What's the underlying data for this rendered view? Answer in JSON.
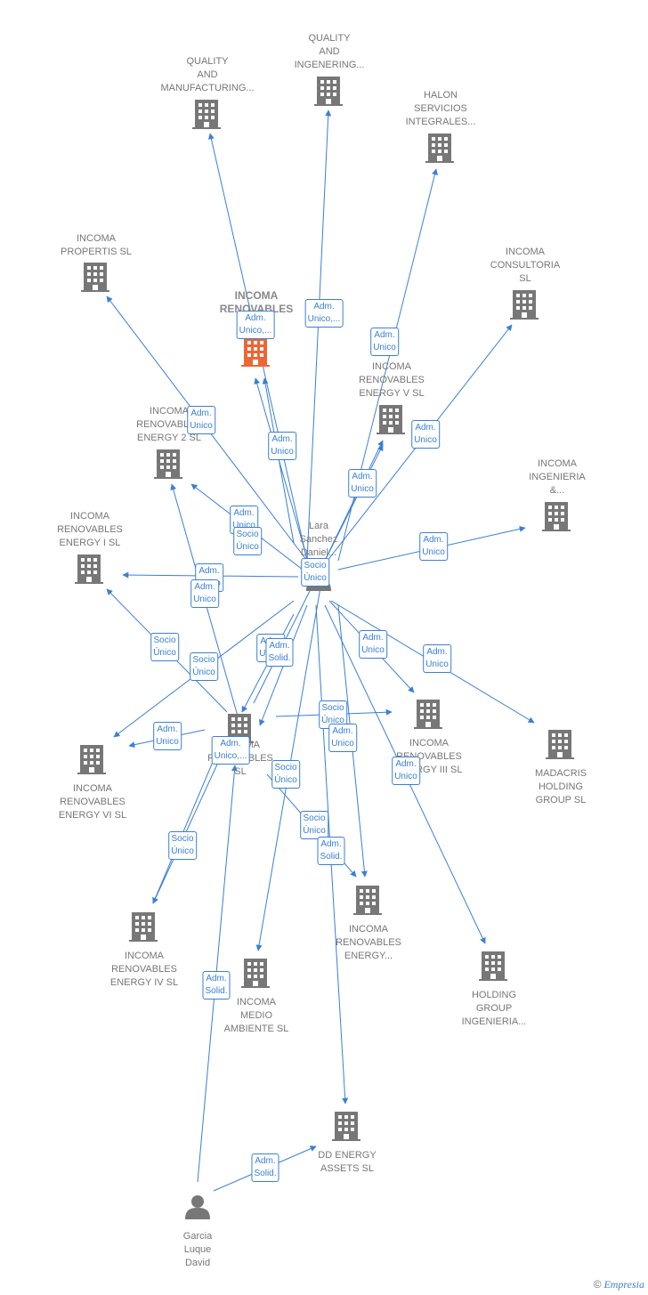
{
  "colors": {
    "edge": "#3a7fd5",
    "building": "#777777",
    "building_focus": "#ee6633",
    "person": "#777777"
  },
  "nodes": [
    {
      "id": "quality_ing",
      "label": "QUALITY\nAND\nINGENERING...",
      "icon": "building-icon"
    },
    {
      "id": "quality_man",
      "label": "QUALITY\nAND\nMANUFACTURING...",
      "icon": "building-icon"
    },
    {
      "id": "halon",
      "label": "HALON\nSERVICIOS\nINTEGRALES...",
      "icon": "building-icon"
    },
    {
      "id": "propertis",
      "label": "INCOMA\nPROPERTIS  SL",
      "icon": "building-icon"
    },
    {
      "id": "consultoria",
      "label": "INCOMA\nCONSULTORIA\nSL",
      "icon": "building-icon"
    },
    {
      "id": "focus",
      "label": "INCOMA\nRENOVABLES\nE...",
      "icon": "building-icon",
      "focus": true
    },
    {
      "id": "energy5",
      "label": "INCOMA\nRENOVABLES\nENERGY V  SL",
      "icon": "building-icon"
    },
    {
      "id": "energy2",
      "label": "INCOMA\nRENOVABLES\nENERGY 2  SL",
      "icon": "building-icon"
    },
    {
      "id": "ingenieria",
      "label": "INCOMA\nINGENIERIA\n&...",
      "icon": "building-icon"
    },
    {
      "id": "energy1",
      "label": "INCOMA\nRENOVABLES\nENERGY I  SL",
      "icon": "building-icon"
    },
    {
      "id": "lara",
      "label": "Lara\nSanchez\nDaniel...",
      "icon": "person-icon"
    },
    {
      "id": "energy3",
      "label": "INCOMA\nRENOVABLES\nENERGY III  SL",
      "icon": "building-icon"
    },
    {
      "id": "madacris",
      "label": "MADACRIS\nHOLDING\nGROUP  SL",
      "icon": "building-icon"
    },
    {
      "id": "renov_sl",
      "label": "INCOMA\nRENOVABLES\nSL",
      "icon": "building-icon"
    },
    {
      "id": "energy6",
      "label": "INCOMA\nRENOVABLES\nENERGY VI  SL",
      "icon": "building-icon"
    },
    {
      "id": "renov_energy",
      "label": "INCOMA\nRENOVABLES\nENERGY...",
      "icon": "building-icon"
    },
    {
      "id": "energy4",
      "label": "INCOMA\nRENOVABLES\nENERGY IV  SL",
      "icon": "building-icon"
    },
    {
      "id": "holding",
      "label": "HOLDING\nGROUP\nINGENIERIA...",
      "icon": "building-icon"
    },
    {
      "id": "medio",
      "label": "INCOMA\nMEDIO\nAMBIENTE  SL",
      "icon": "building-icon"
    },
    {
      "id": "dd",
      "label": "DD ENERGY\nASSETS  SL",
      "icon": "building-icon"
    },
    {
      "id": "garcia",
      "label": "Garcia\nLuque\nDavid",
      "icon": "person-icon"
    }
  ],
  "roles": [
    "Adm.\nUnico,...",
    "Adm.\nUnico,...",
    "Adm.\nUnico",
    "Adm.\nUnico",
    "Adm.\nUnico",
    "Adm.\nUnico",
    "Adm.\nUnico",
    "Adm.\nUnico",
    "Adm.\nUnico",
    "Socio\nÚnico",
    "Adm.\nUnico",
    "Socio\nÚnico",
    "Adm.\nUnico",
    "Socio\nÚnico",
    "Socio\nÚnico",
    "Adm.\nUnico",
    "Adm.\nSolid.",
    "Adm.\nUnico",
    "Adm.\nUnico",
    "Socio\nÚnico",
    "Adm.\nUnico",
    "Socio\nÚnico",
    "Adm.\nUnico",
    "Adm.\nUnico",
    "Adm.\nUnico,...",
    "Socio\nÚnico",
    "Socio\nÚnico",
    "Adm.\nSolid.",
    "Adm.\nSolid.",
    "Adm.\nSolid."
  ],
  "footer": {
    "copyright": "©",
    "brand": "Empresia"
  }
}
